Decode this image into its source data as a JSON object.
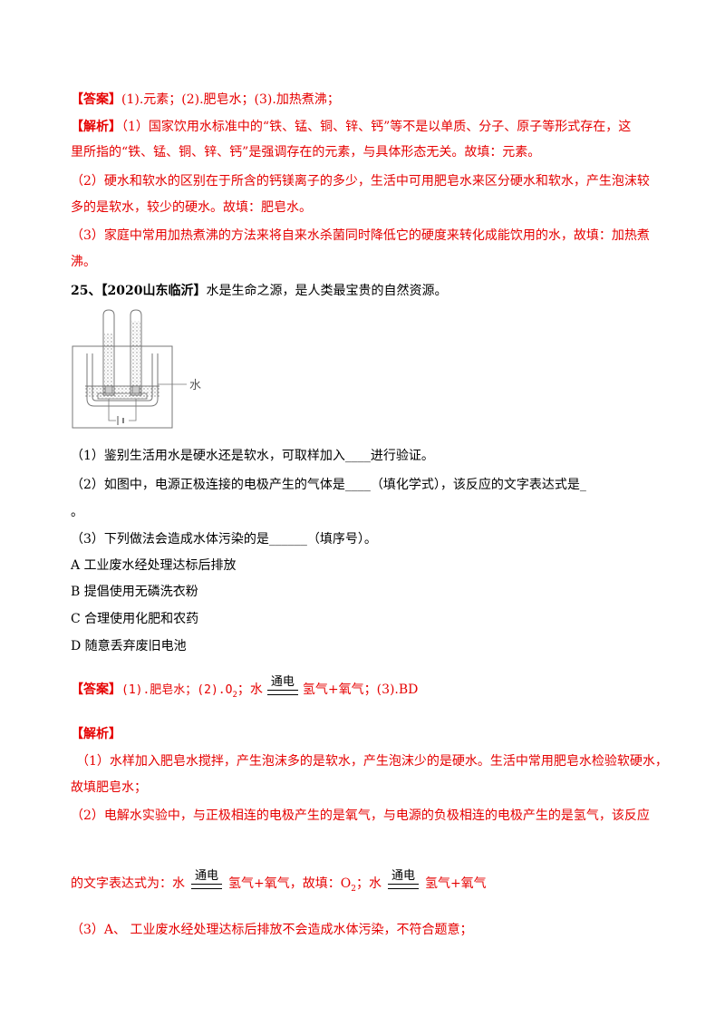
{
  "q24": {
    "answer_tag": "【答案】",
    "answer_text": "(1).元素；(2).肥皂水；(3).加热煮沸；",
    "analysis_tag": "【解析】",
    "analysis_lines": [
      "（1）国家饮用水标准中的“铁、锰、铜、锌、钙”等不是以单质、分子、原子等形式存在，这",
      "里所指的“铁、锰、铜、锌、钙”是强调存在的元素，与具体形态无关。故填：元素。",
      "（2）硬水和软水的区别在于所含的钙镁离子的多少，生活中可用肥皂水来区分硬水和软水，产生泡沫较",
      "多的是软水，较少的硬水。故填：肥皂水。",
      "（3）家庭中常用加热煮沸的方法来将自来水杀菌同时降低它的硬度来转化成能饮用的水，故填：加热煮",
      "沸。"
    ]
  },
  "q25": {
    "number": "25、",
    "source": "【2020山东临沂】",
    "stem": "水是生命之源，是人类最宝贵的自然资源。",
    "figure_label": "水",
    "sub1": "（1）鉴别生活用水是硬水还是软水，可取样加入____进行验证。",
    "sub2_a": "（2）如图中，电源正极连接的电极产生的气体是____（填化学式），该反应的文字表达式是_",
    "sub2_b": "。",
    "sub3": "（3）下列做法会造成水体污染的是______（填序号）。",
    "options": [
      "A 工业废水经处理达标后排放",
      "B 提倡使用无磷洗衣粉",
      "C 合理使用化肥和农药",
      "D 随意丢弃废旧电池"
    ],
    "answer_tag": "【答案】",
    "answer_p1": "(1).肥皂水；(2).O",
    "answer_sub": "2",
    "answer_p2": "；水",
    "condition": "通电",
    "answer_p3": "氢气+氧气；(3).BD",
    "analysis_tag": "【解析】",
    "analysis_line1": "（1）水样加入肥皂水搅拌，产生泡沫多的是软水，产生泡沫少的是硬水。生活中常用肥皂水检验软硬水，",
    "analysis_line2": "故填肥皂水；",
    "analysis_line3": "（2）电解水实验中，与正极相连的电极产生的是氧气，与电源的负极相连的电极产生的是氢气，该反应",
    "analysis_eq_a": "的文字表达式为：水",
    "analysis_eq_b": "氢气+氧气，故填：O",
    "analysis_eq_sub": "2",
    "analysis_eq_c": "；水",
    "analysis_eq_d": "氢气+氧气",
    "analysis_line5": "（3）A、 工业废水经处理达标后排放不会造成水体污染，不符合题意；"
  }
}
